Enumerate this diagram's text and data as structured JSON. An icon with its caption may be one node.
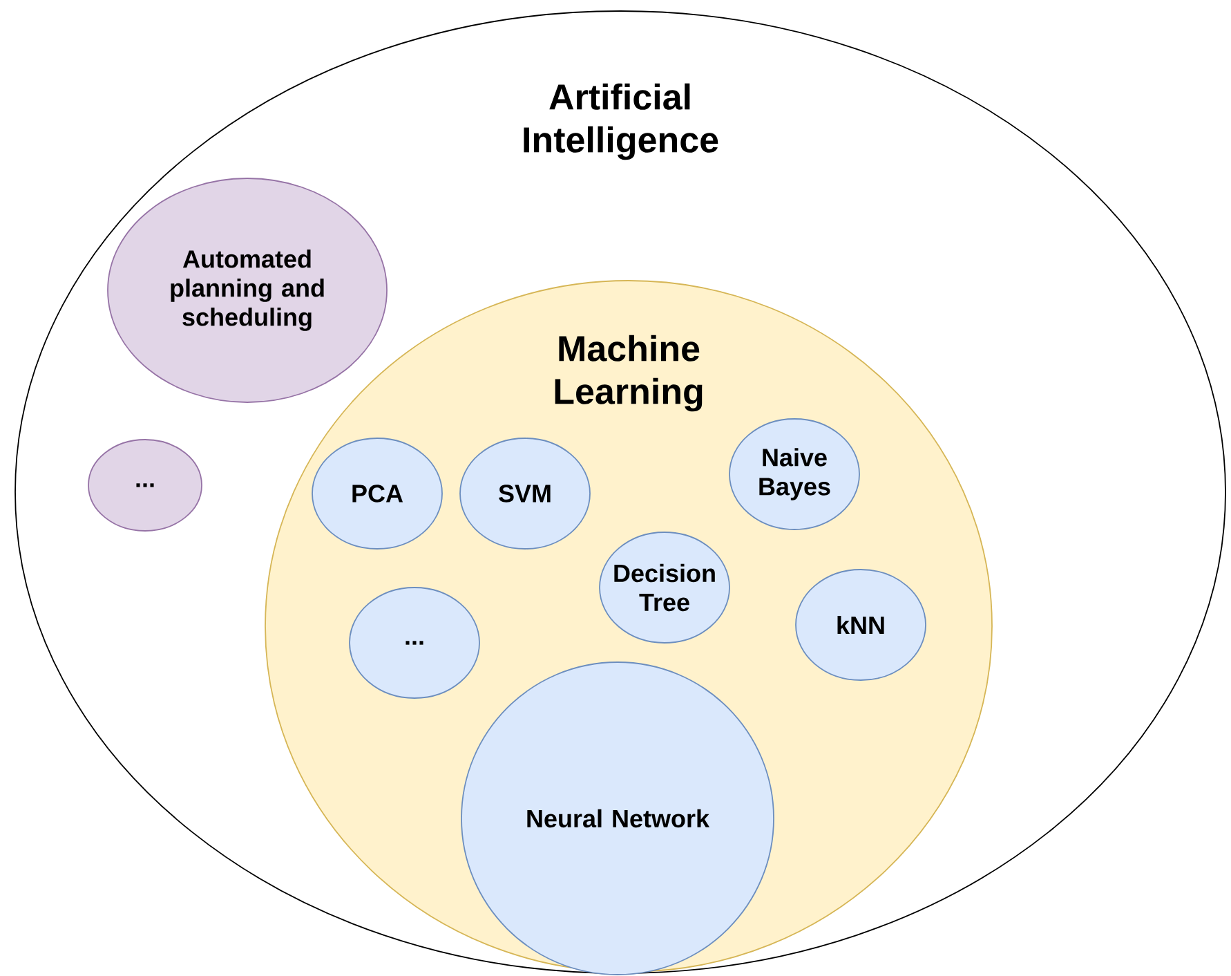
{
  "diagram": {
    "nodes": [
      {
        "text": [
          "Artificial Intelligence"
        ]
      },
      {
        "text": [
          "Automated planning and scheduling"
        ],
        "in": 0
      },
      {
        "text": [
          "..."
        ],
        "in": 0
      },
      {
        "text": [
          "Machine Learning"
        ],
        "in": 0
      },
      {
        "text": [
          "PCA"
        ],
        "in": 3
      },
      {
        "text": [
          "SVM"
        ],
        "in": 3
      },
      {
        "text": [
          "Naive Bayes"
        ],
        "in": 3
      },
      {
        "text": [
          "Decision Tree"
        ],
        "in": 3
      },
      {
        "text": [
          "..."
        ],
        "in": 3
      },
      {
        "text": [
          "kNN"
        ],
        "in": 3
      },
      {
        "text": [
          "Neural Network"
        ],
        "in": 3
      }
    ]
  }
}
